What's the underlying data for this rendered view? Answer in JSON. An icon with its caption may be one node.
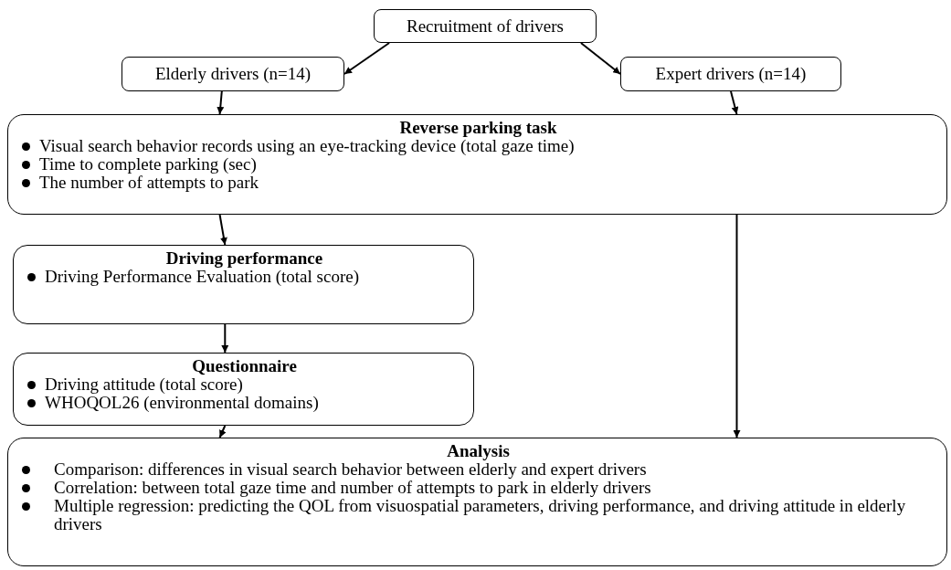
{
  "diagram": {
    "nodes": [
      {
        "text": [
          "Recruitment of drivers"
        ]
      },
      {
        "text": [
          "Elderly drivers (n=14)"
        ]
      },
      {
        "text": [
          "Expert drivers (n=14)"
        ]
      },
      {
        "text": [
          "Reverse parking task",
          "Visual search behavior records using an eye-tracking device (total gaze time)",
          "Time to complete parking (sec)",
          "The number of attempts to park"
        ]
      },
      {
        "text": [
          "Driving performance",
          "Driving Performance Evaluation (total score)"
        ]
      },
      {
        "text": [
          "Questionnaire",
          "Driving attitude (total score)",
          "WHOQOL26 (environmental domains)"
        ]
      },
      {
        "text": [
          "Analysis",
          "Comparison: differences in visual search behavior between elderly and expert drivers",
          "Correlation: between total gaze time and number of attempts to park in elderly drivers",
          "Multiple regression: predicting the QOL from visuospatial parameters, driving performance, and driving attitude in elderly drivers"
        ]
      }
    ],
    "edges": [
      {
        "from": 0,
        "to": 1,
        "arrow": "to"
      },
      {
        "from": 0,
        "to": 2,
        "arrow": "to"
      },
      {
        "from": 1,
        "to": 3,
        "arrow": "to"
      },
      {
        "from": 2,
        "to": 3,
        "arrow": "to"
      },
      {
        "from": 3,
        "to": 4,
        "arrow": "to"
      },
      {
        "from": 4,
        "to": 5,
        "arrow": "to"
      },
      {
        "from": 5,
        "to": 6,
        "arrow": "to"
      },
      {
        "from": 3,
        "to": 6,
        "arrow": "to"
      }
    ]
  }
}
